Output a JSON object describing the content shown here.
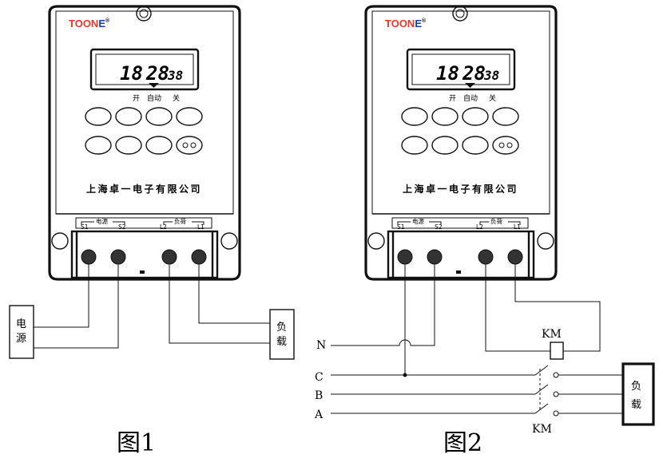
{
  "colors": {
    "ink": "#111111",
    "brand_red": "#e53a2a",
    "brand_blue": "#1e3f99",
    "lcd_face": "#ffffff"
  },
  "devices": [
    {
      "brand": {
        "left": "TOON",
        "right": "E",
        "mark": "®"
      },
      "time": {
        "hours": "18",
        "minutes": "28",
        "seconds": "38"
      },
      "modes": {
        "on": "开",
        "auto": "自动",
        "off": "关"
      },
      "company": "上海卓一电子有限公司",
      "terminal_groups": {
        "power": {
          "label": "电源",
          "left": "S1",
          "right": "S2"
        },
        "load": {
          "label": "负荷",
          "left": "L2",
          "right": "L1"
        }
      }
    },
    {
      "brand": {
        "left": "TOON",
        "right": "E",
        "mark": "®"
      },
      "time": {
        "hours": "18",
        "minutes": "28",
        "seconds": "38"
      },
      "modes": {
        "on": "开",
        "auto": "自动",
        "off": "关"
      },
      "company": "上海卓一电子有限公司",
      "terminal_groups": {
        "power": {
          "label": "电源",
          "left": "S1",
          "right": "S2"
        },
        "load": {
          "label": "负荷",
          "left": "L2",
          "right": "L1"
        }
      }
    }
  ],
  "figure1": {
    "caption": "图1",
    "power_box": {
      "chars": [
        "电",
        "源"
      ]
    },
    "load_box": {
      "chars": [
        "负",
        "载"
      ]
    }
  },
  "figure2": {
    "caption": "图2",
    "lines": {
      "N": "N",
      "C": "C",
      "B": "B",
      "A": "A"
    },
    "coil_label": "KM",
    "contact_label": "KM",
    "load_box": {
      "chars": [
        "负",
        "载"
      ]
    }
  }
}
